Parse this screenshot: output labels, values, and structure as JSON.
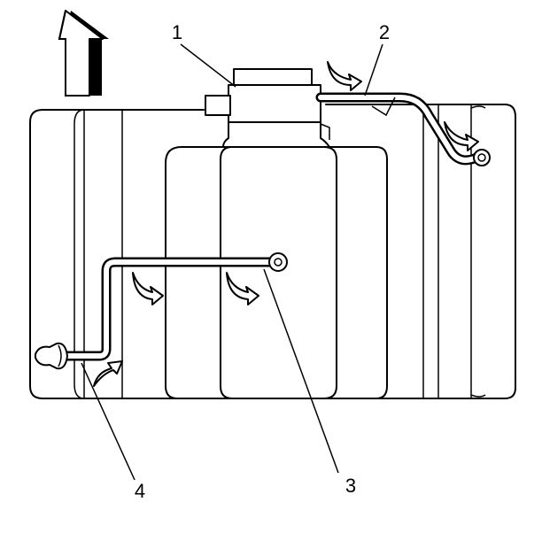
{
  "callouts": [
    {
      "id": "1",
      "label": "1"
    },
    {
      "id": "2",
      "label": "2"
    },
    {
      "id": "3",
      "label": "3"
    },
    {
      "id": "4",
      "label": "4"
    }
  ],
  "colors": {
    "line": "#000000",
    "background": "#ffffff"
  },
  "icons": [
    "up-arrow-icon",
    "flow-arrow-icon"
  ]
}
